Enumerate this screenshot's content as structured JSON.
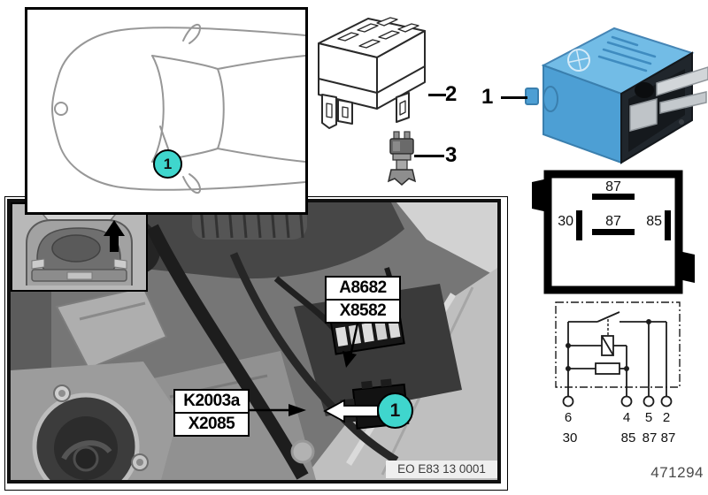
{
  "page": {
    "part_number": "471294"
  },
  "callouts": {
    "item1": "1",
    "item2": "2",
    "item3": "3"
  },
  "car_view": {
    "callout": "1"
  },
  "pinout": {
    "pin_top": "87",
    "pin_left": "30",
    "pin_mid": "87",
    "pin_right": "85"
  },
  "schematic": {
    "terminals": [
      "6",
      "4",
      "5",
      "2"
    ],
    "functions": [
      "30",
      "85",
      "87",
      "87"
    ]
  },
  "photo": {
    "caption": "EO E83 13 0001",
    "label_a": {
      "line1": "A8682",
      "line2": "X8582"
    },
    "label_k": {
      "line1": "K2003a",
      "line2": "X2085"
    },
    "callout": "1"
  },
  "colors": {
    "callout_fill": "#3fd6cd",
    "relay_blue_top": "#72bce6",
    "relay_blue_side": "#4d9fd4"
  }
}
